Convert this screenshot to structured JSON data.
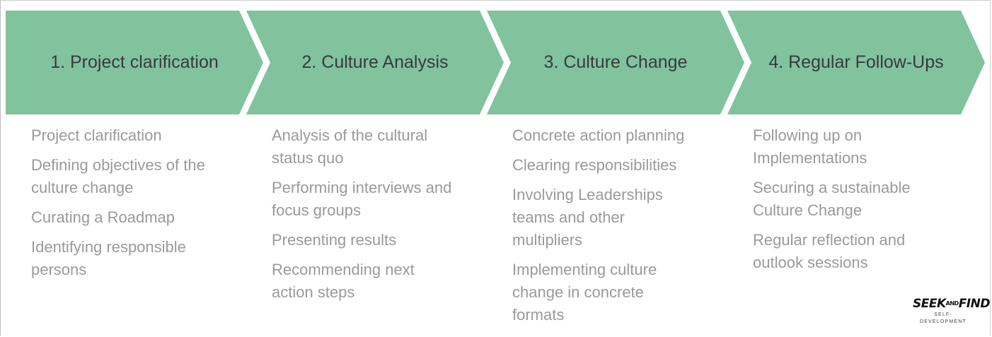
{
  "theme": {
    "accent": "#80c39d",
    "text_dark": "#3a3a3a",
    "text_muted": "#9a9a9a"
  },
  "steps": [
    {
      "title": "1. Project clarification",
      "items": [
        "Project clarification",
        "Defining objectives of the culture change",
        "Curating a Roadmap",
        "Identifying responsible persons"
      ]
    },
    {
      "title": "2. Culture Analysis",
      "items": [
        "Analysis of the cultural status quo",
        "Performing interviews and focus groups",
        "Presenting results",
        "Recommending next action steps"
      ]
    },
    {
      "title": "3. Culture Change",
      "items": [
        "Concrete action planning",
        "Clearing responsibilities",
        "Involving Leaderships teams and other multipliers",
        "Implementing culture change in concrete formats"
      ]
    },
    {
      "title": "4. Regular Follow-Ups",
      "items": [
        "Following up on Implementations",
        "Securing a sustainable Culture Change",
        "Regular reflection and outlook sessions"
      ]
    }
  ],
  "logo": {
    "main_left": "SEEK",
    "main_mid": "AND",
    "main_right": "FIND",
    "subtitle": "SELF-DEVELOPMENT"
  }
}
